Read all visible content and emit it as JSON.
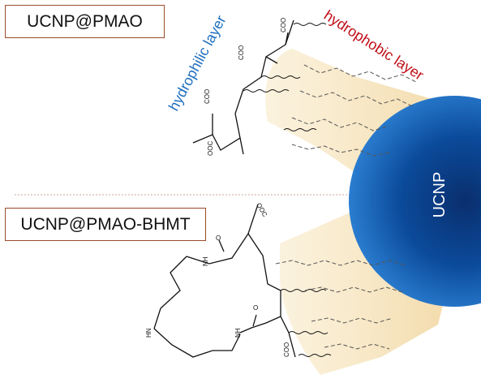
{
  "labels": {
    "top_box": "UCNP@PMAO",
    "bottom_box": "UCNP@PMAO-BHMT",
    "hydrophilic": "hydrophilic layer",
    "hydrophobic": "hydrophobic layer",
    "particle": "UCNP"
  },
  "chem_labels": {
    "coo": "COO",
    "oc_o": "OOC",
    "nh": "NH",
    "hn": "HN",
    "o": "O"
  },
  "colors": {
    "box_border": "#9b4a2a",
    "hydrophilic": "#1f6fbf",
    "hydrophobic": "#c0101a",
    "shell": "#f3d9a0",
    "particle_core": "#0a3d86",
    "particle_edge": "#1c6cc4"
  }
}
